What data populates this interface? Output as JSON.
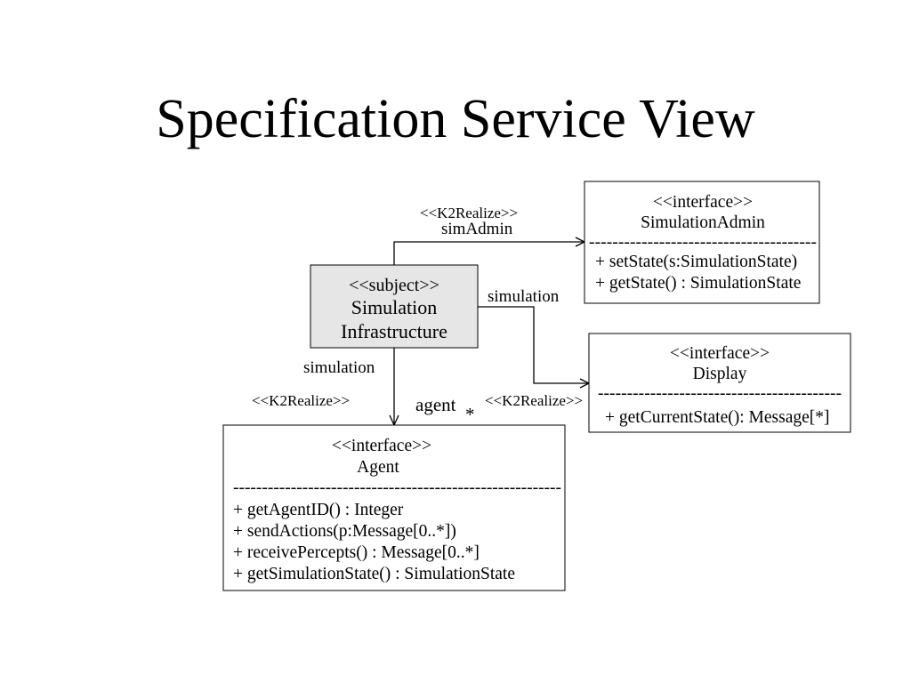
{
  "slide": {
    "title": "Specification Service View"
  },
  "colors": {
    "background": "#ffffff",
    "ink": "#000000",
    "subject_fill": "#e6e6e6",
    "interface_fill": "#ffffff"
  },
  "subject": {
    "stereotype": "<<subject>>",
    "name_lines": [
      "Simulation",
      "Infrastructure"
    ]
  },
  "interfaces": {
    "simulation_admin": {
      "stereotype": "<<interface>>",
      "name": "SimulationAdmin",
      "separator": "---------------------------------------",
      "operations": [
        "+ setState(s:SimulationState)",
        "+ getState() : SimulationState"
      ]
    },
    "display": {
      "stereotype": "<<interface>>",
      "name": "Display",
      "separator": "------------------------------------------",
      "operations": [
        "+ getCurrentState(): Message[*]"
      ]
    },
    "agent": {
      "stereotype": "<<interface>>",
      "name": "Agent",
      "separator": "---------------------------------------------------------",
      "operations": [
        "+ getAgentID() : Integer",
        "+ sendActions(p:Message[0..*])",
        "+ receivePercepts() : Message[0..*]",
        "+ getSimulationState() : SimulationState"
      ]
    }
  },
  "connectors": {
    "to_simulation_admin": {
      "stereotype": "<<K2Realize>>",
      "role": "simAdmin"
    },
    "to_display": {
      "role": "simulation",
      "stereotype": "<<K2Realize>>"
    },
    "to_agent": {
      "source_role": "simulation",
      "stereotype": "<<K2Realize>>",
      "target_role": "agent",
      "multiplicity": "*"
    }
  }
}
